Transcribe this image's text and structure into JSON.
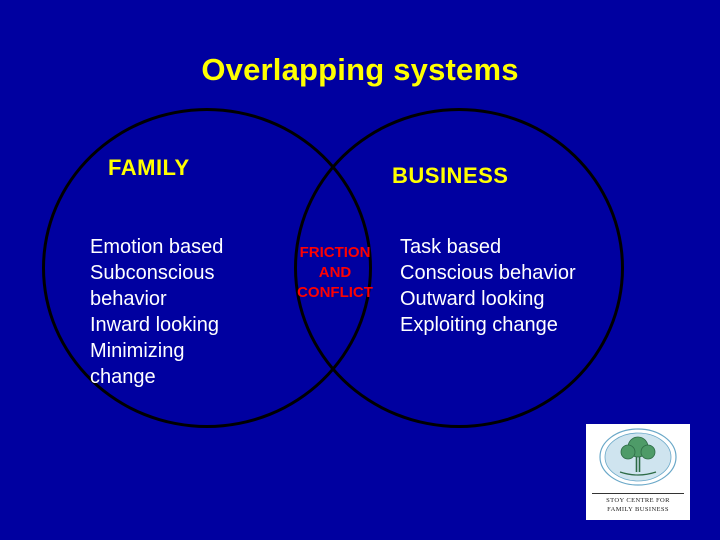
{
  "slide": {
    "title": "Overlapping systems",
    "background_color": "#0000a0",
    "title_color": "#ffff00"
  },
  "venn": {
    "left_circle": {
      "label": "FAMILY",
      "label_color": "#ffff00",
      "text": "Emotion based\nSubconscious\nbehavior\nInward looking\nMinimizing\n change",
      "text_color": "#ffffff"
    },
    "right_circle": {
      "label": "BUSINESS",
      "label_color": "#ffff00",
      "text": "Task based\nConscious behavior\nOutward looking\nExploiting change",
      "text_color": "#ffffff"
    },
    "overlap": {
      "text": "FRICTION\nAND\nCONFLICT",
      "text_color": "#ff0000"
    }
  },
  "logo": {
    "line1": "STOY CENTRE FOR",
    "line2": "FAMILY BUSINESS",
    "emblem_name": "tree-emblem"
  }
}
